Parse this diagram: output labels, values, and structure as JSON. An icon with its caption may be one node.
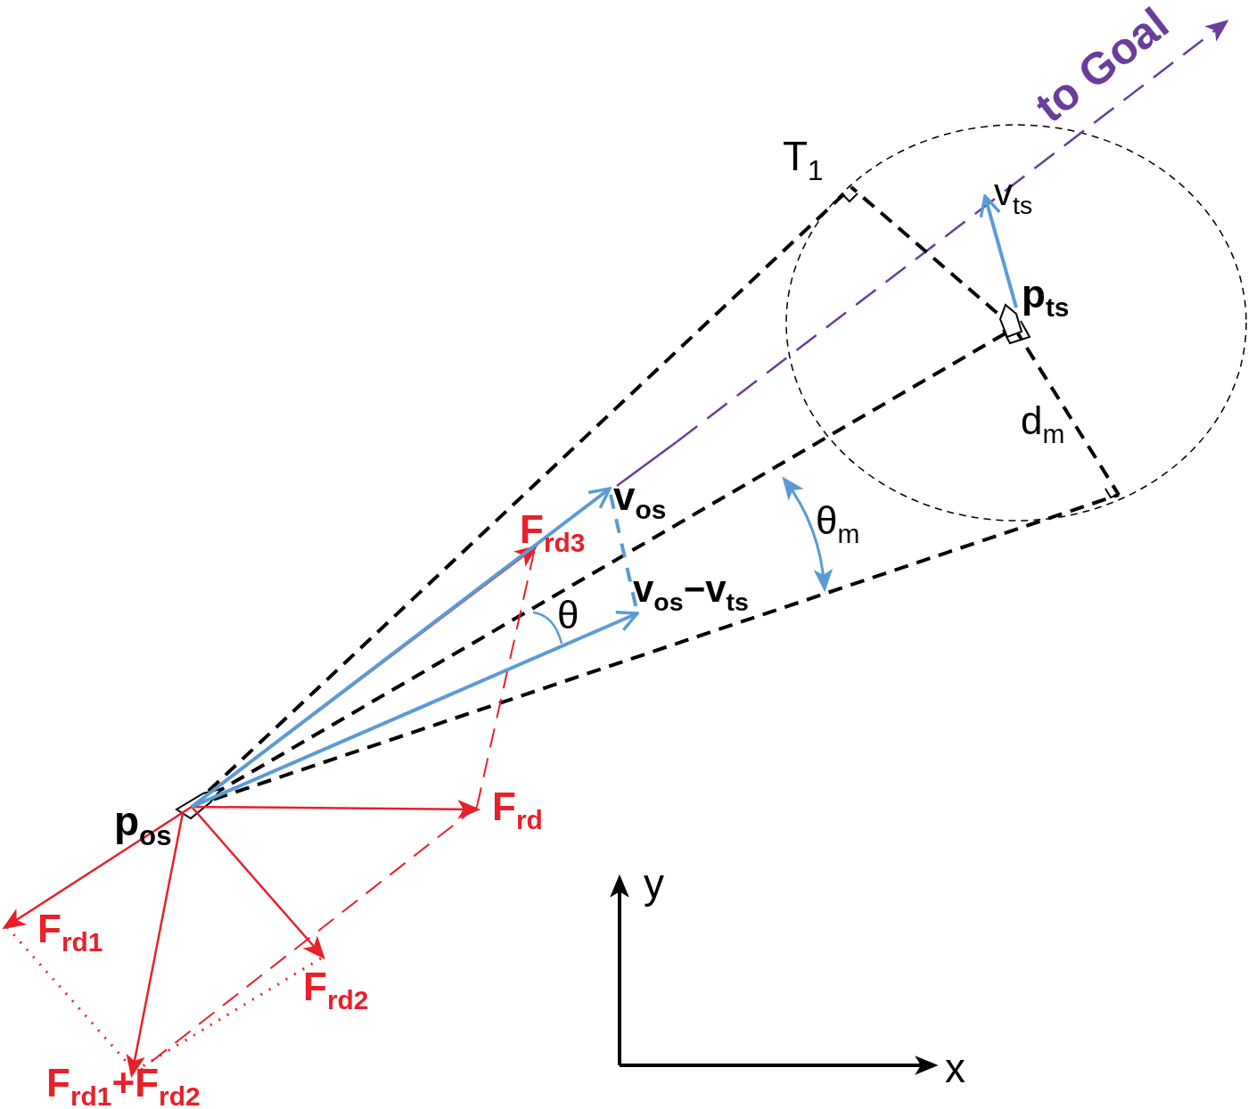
{
  "diagram": {
    "labels": [
      "to Goal",
      "T$_{1}$",
      "v$_{ts}$",
      "p$_{ts}$",
      "d$_{m}$",
      "θ$_{m}$",
      "v$_{os}$",
      "F$_{rd3}$",
      "v$_{os}$−v$_{ts}$",
      "θ",
      "F$_{rd}$",
      "p$_{os}$",
      "F$_{rd1}$",
      "F$_{rd2}$",
      "F$_{rd1}$+F$_{rd2}$",
      "y",
      "x"
    ]
  }
}
